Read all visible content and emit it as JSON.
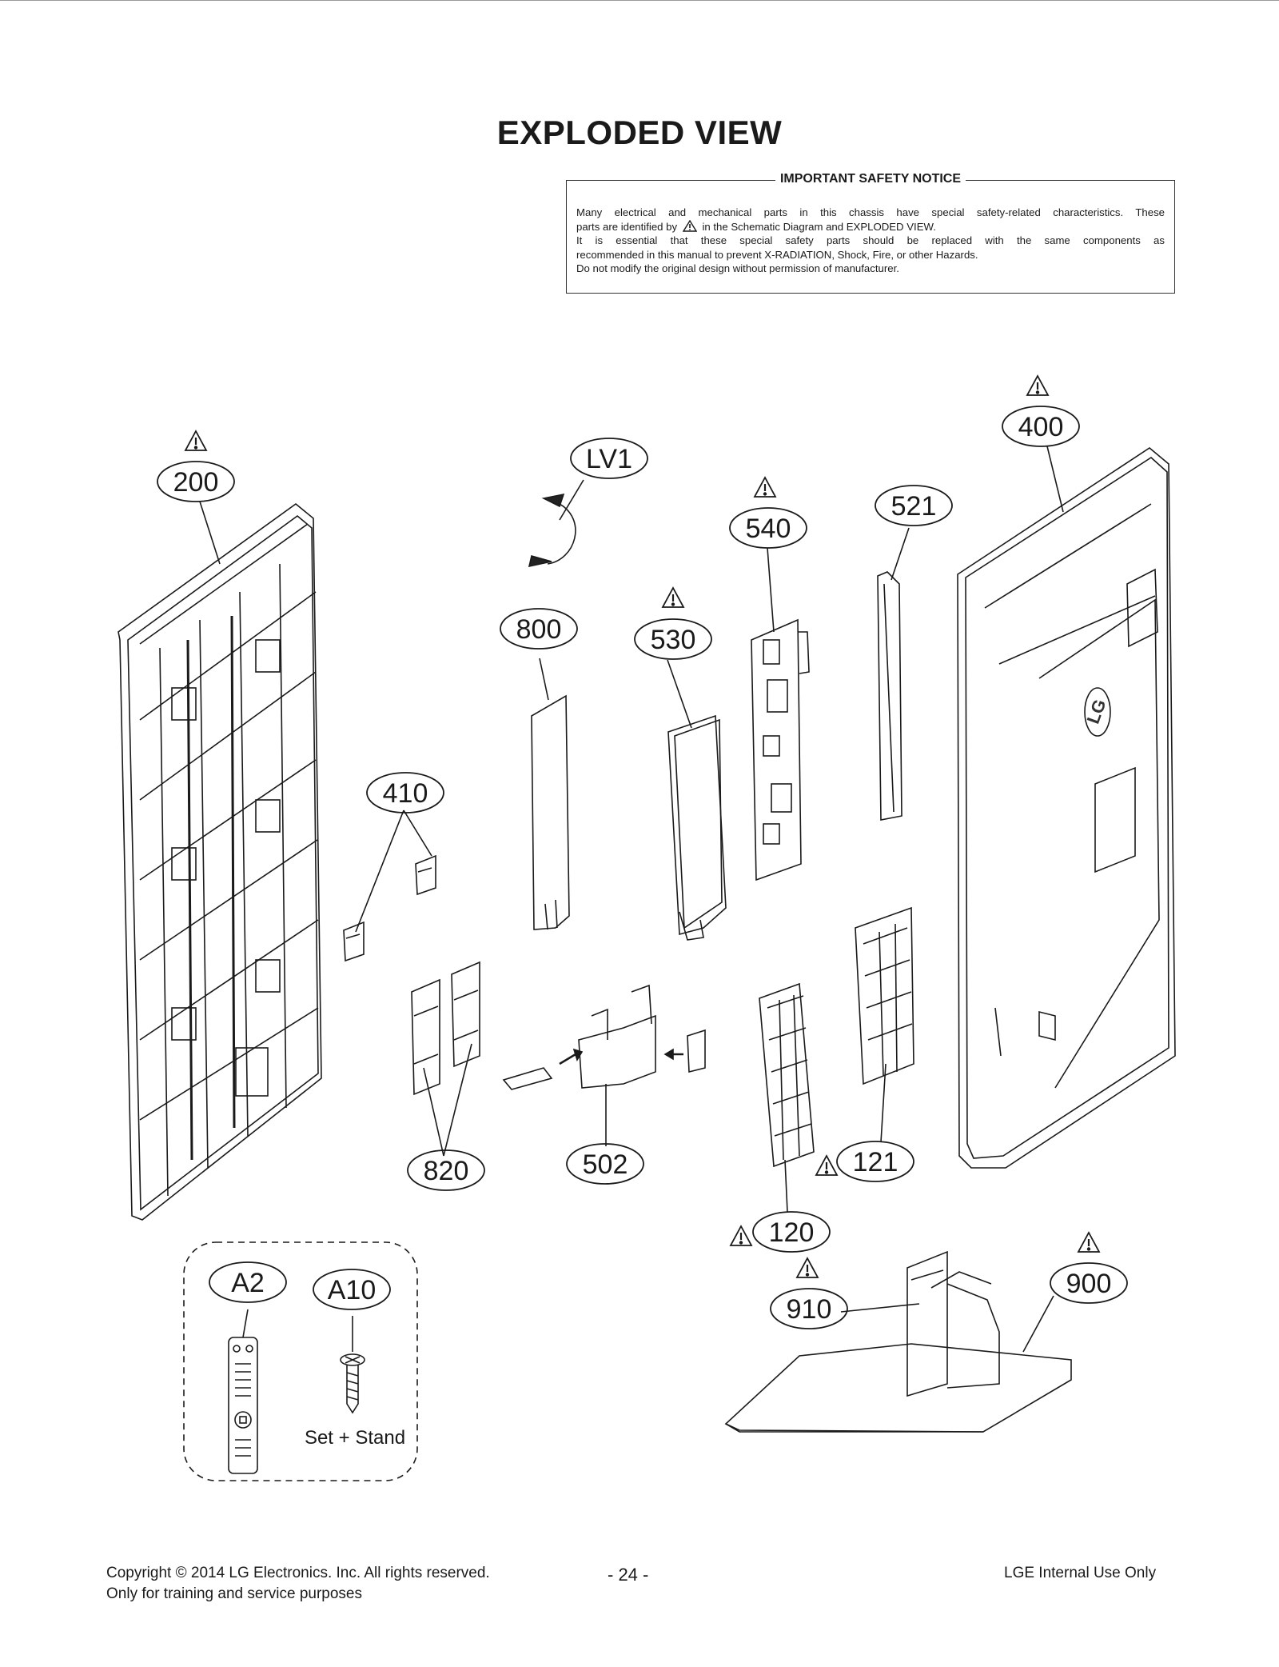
{
  "page": {
    "title": "EXPLODED VIEW"
  },
  "notice": {
    "heading": "IMPORTANT SAFETY NOTICE",
    "line1": "Many electrical and mechanical parts in this chassis have special safety-related characteristics. These",
    "line2_pre": "parts are identified by",
    "line2_post": "in the Schematic Diagram and EXPLODED VIEW.",
    "line3": "It is essential that these special safety parts should be replaced with the same components as",
    "line4": "recommended in this manual to prevent X-RADIATION, Shock, Fire, or other Hazards.",
    "line5": "Do not modify the original design without permission of manufacturer."
  },
  "parts": {
    "p200": "200",
    "pLV1": "LV1",
    "p540": "540",
    "p521": "521",
    "p400": "400",
    "p800": "800",
    "p530": "530",
    "p410": "410",
    "p820": "820",
    "p502": "502",
    "p121": "121",
    "p120": "120",
    "p910": "910",
    "p900": "900",
    "pA2": "A2",
    "pA10": "A10"
  },
  "accessories": {
    "note": "Set + Stand"
  },
  "logo_text": "LG",
  "footer": {
    "copyright": "Copyright  © 2014 LG Electronics. Inc. All rights reserved.",
    "purpose": "Only for training and service purposes",
    "page_number": "- 24 -",
    "internal": "LGE Internal Use Only"
  },
  "icons": {
    "warning": "warning-triangle-icon"
  },
  "colors": {
    "line": "#1a1a1a",
    "background": "#ffffff"
  }
}
